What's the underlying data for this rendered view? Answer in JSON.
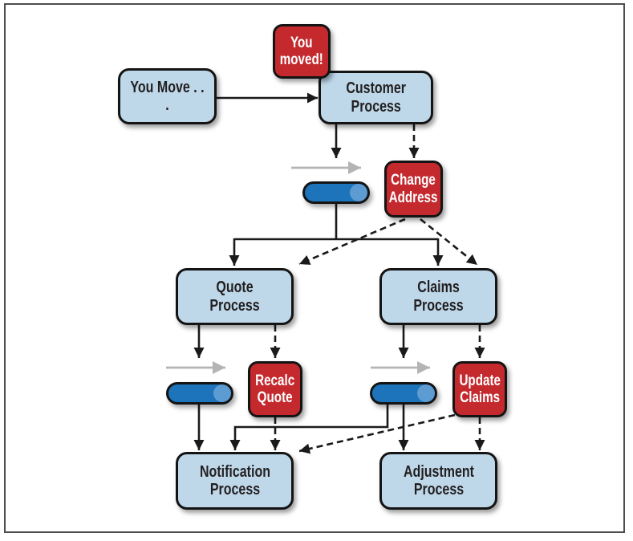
{
  "diagram": {
    "title": "event-driven-process-flow",
    "nodes": {
      "you_move": {
        "label": "You Move . . .",
        "type": "process-initiator"
      },
      "you_moved": {
        "label": "You\nmoved!",
        "type": "event"
      },
      "customer": {
        "label": "Customer\nProcess",
        "type": "process"
      },
      "change_address": {
        "label": "Change\nAddress",
        "type": "event"
      },
      "quote": {
        "label": "Quote Process",
        "type": "process"
      },
      "claims": {
        "label": "Claims Process",
        "type": "process"
      },
      "recalc_quote": {
        "label": "Recalc\nQuote",
        "type": "event"
      },
      "update_claims": {
        "label": "Update\nClaims",
        "type": "event"
      },
      "notification": {
        "label": "Notification\nProcess",
        "type": "process"
      },
      "adjustment": {
        "label": "Adjustment\nProcess",
        "type": "process"
      }
    },
    "queues": [
      {
        "id": "queue_main",
        "icon": "message-queue-cylinder"
      },
      {
        "id": "queue_quote",
        "icon": "message-queue-cylinder"
      },
      {
        "id": "queue_claims",
        "icon": "message-queue-cylinder"
      }
    ],
    "edges": [
      {
        "from": "you_move",
        "to": "customer",
        "style": "solid"
      },
      {
        "from": "customer",
        "to": "queue_main",
        "style": "solid"
      },
      {
        "from": "customer",
        "to": "change_address",
        "style": "dashed"
      },
      {
        "from": "queue_main",
        "to": "quote",
        "style": "solid"
      },
      {
        "from": "queue_main",
        "to": "claims",
        "style": "solid"
      },
      {
        "from": "change_address",
        "to": "quote",
        "style": "dashed"
      },
      {
        "from": "change_address",
        "to": "claims",
        "style": "dashed"
      },
      {
        "from": "quote",
        "to": "queue_quote",
        "style": "solid"
      },
      {
        "from": "quote",
        "to": "recalc_quote",
        "style": "dashed"
      },
      {
        "from": "claims",
        "to": "queue_claims",
        "style": "solid"
      },
      {
        "from": "claims",
        "to": "update_claims",
        "style": "dashed"
      },
      {
        "from": "queue_quote",
        "to": "notification",
        "style": "solid"
      },
      {
        "from": "queue_claims",
        "to": "notification",
        "style": "solid"
      },
      {
        "from": "queue_claims",
        "to": "adjustment",
        "style": "solid"
      },
      {
        "from": "recalc_quote",
        "to": "notification",
        "style": "dashed"
      },
      {
        "from": "update_claims",
        "to": "notification",
        "style": "dashed"
      },
      {
        "from": "update_claims",
        "to": "adjustment",
        "style": "dashed"
      }
    ],
    "colors": {
      "box_blue": "#bed8ea",
      "box_red": "#c4292e",
      "queue_blue": "#1d74ba",
      "queue_cap": "#5d9bd3",
      "arrow_gray": "#b4b4b4",
      "line_black": "#1a1a1a",
      "border_dark": "#141414",
      "frame_gray": "#4d4d4d",
      "text_dark": "#231f20"
    }
  }
}
